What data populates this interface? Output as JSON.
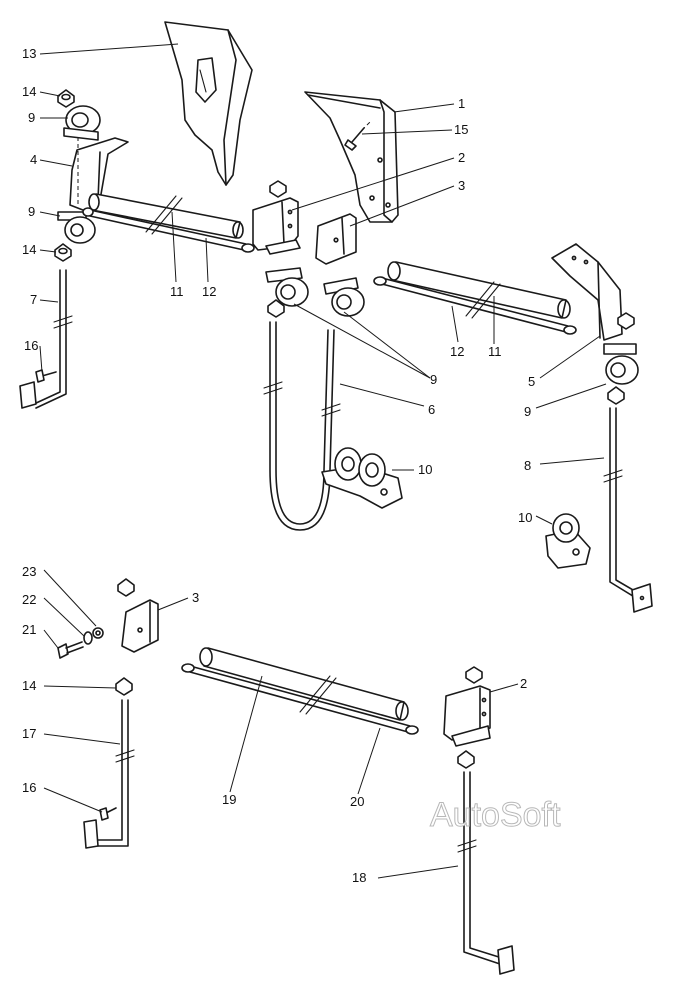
{
  "diagram": {
    "callouts": {
      "c1": "1",
      "c2a": "2",
      "c3a": "3",
      "c4": "4",
      "c5": "5",
      "c6": "6",
      "c7": "7",
      "c8": "8",
      "c9a": "9",
      "c9b": "9",
      "c9c": "9",
      "c9d": "9",
      "c10a": "10",
      "c10b": "10",
      "c11a": "11",
      "c11b": "11",
      "c12a": "12",
      "c12b": "12",
      "c13": "13",
      "c14a": "14",
      "c14b": "14",
      "c14c": "14",
      "c15": "15",
      "c16a": "16",
      "c16b": "16",
      "c17": "17",
      "c18": "18",
      "c19": "19",
      "c20": "20",
      "c21": "21",
      "c22": "22",
      "c23": "23",
      "c2b": "2",
      "c3b": "3"
    },
    "watermark": "AutoSoft"
  }
}
